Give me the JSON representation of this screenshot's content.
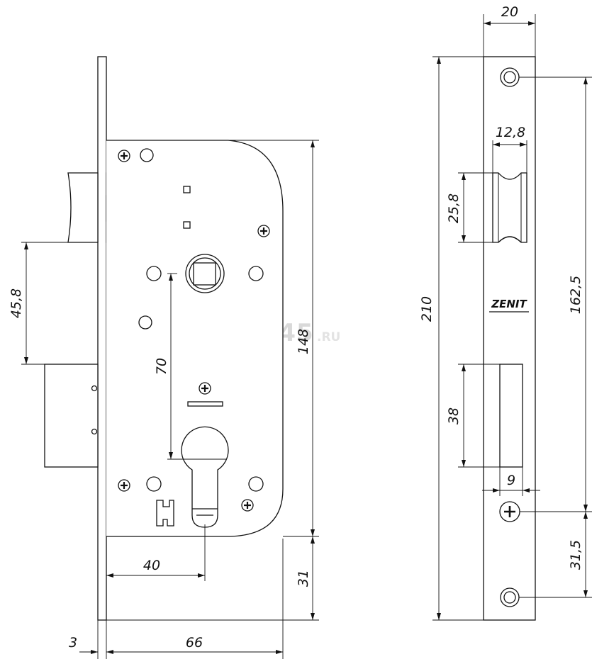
{
  "watermark": {
    "brand": "7745",
    "domain": ".RU"
  },
  "logo": "ZENIT",
  "dimensions": {
    "backset_width": "66",
    "faceplate_thickness": "3",
    "distance_40": "40",
    "bottom_31": "31",
    "body_height": "148",
    "center_distance": "70",
    "latch_offset": "45,8",
    "strike_width": "20",
    "latch_window_width": "12,8",
    "latch_window_height": "25,8",
    "strike_height": "210",
    "hole_spacing": "162,5",
    "bolt_window_height": "38",
    "bolt_window_width": "9",
    "screw_offset": "31,5"
  }
}
